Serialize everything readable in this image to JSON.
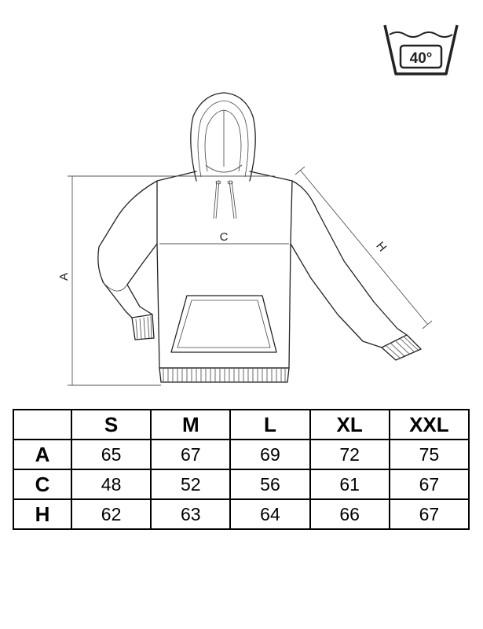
{
  "care": {
    "temperature": "40°"
  },
  "dimensions": {
    "a": "A",
    "c": "C",
    "h": "H"
  },
  "table": {
    "columns": [
      "",
      "S",
      "M",
      "L",
      "XL",
      "XXL"
    ],
    "rows": [
      {
        "label": "A",
        "values": [
          "65",
          "67",
          "69",
          "72",
          "75"
        ]
      },
      {
        "label": "C",
        "values": [
          "48",
          "52",
          "56",
          "61",
          "67"
        ]
      },
      {
        "label": "H",
        "values": [
          "62",
          "63",
          "64",
          "66",
          "67"
        ]
      }
    ]
  }
}
